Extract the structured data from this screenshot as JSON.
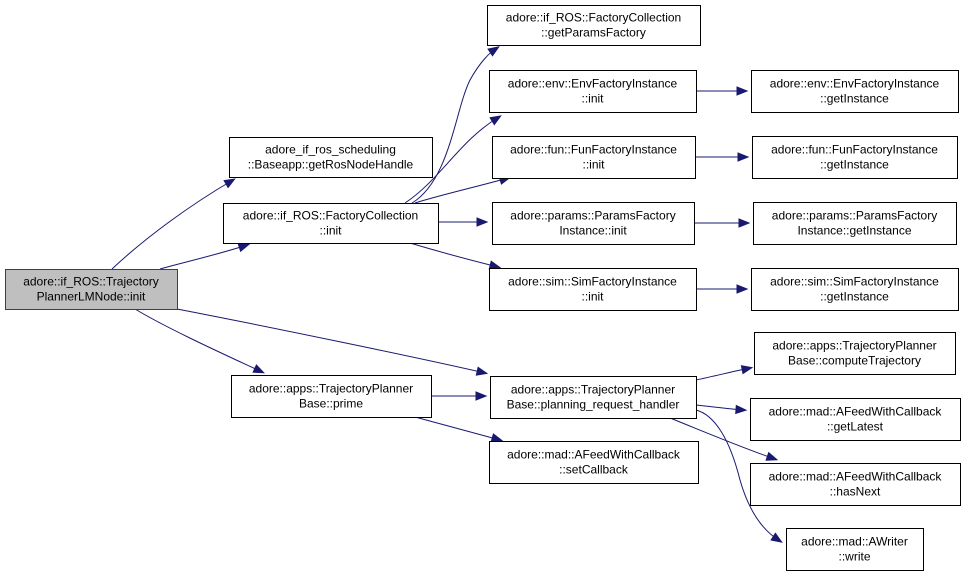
{
  "diagram": {
    "type": "call-graph",
    "edge_color": "#191970",
    "root_fill": "#bfbfbf",
    "nodes": [
      {
        "id": "root",
        "lines": [
          "adore::if_ROS::Trajectory",
          "PlannerLMNode::init"
        ],
        "root": true
      },
      {
        "id": "getRosNodeHandle",
        "lines": [
          "adore_if_ros_scheduling",
          "::Baseapp::getRosNodeHandle"
        ]
      },
      {
        "id": "fcInit",
        "lines": [
          "adore::if_ROS::FactoryCollection",
          "::init"
        ]
      },
      {
        "id": "prime",
        "lines": [
          "adore::apps::TrajectoryPlanner",
          "Base::prime"
        ]
      },
      {
        "id": "getParamsFactory",
        "lines": [
          "adore::if_ROS::FactoryCollection",
          "::getParamsFactory"
        ]
      },
      {
        "id": "envInit",
        "lines": [
          "adore::env::EnvFactoryInstance",
          "::init"
        ]
      },
      {
        "id": "funInit",
        "lines": [
          "adore::fun::FunFactoryInstance",
          "::init"
        ]
      },
      {
        "id": "paramsInit",
        "lines": [
          "adore::params::ParamsFactory",
          "Instance::init"
        ]
      },
      {
        "id": "simInit",
        "lines": [
          "adore::sim::SimFactoryInstance",
          "::init"
        ]
      },
      {
        "id": "prh",
        "lines": [
          "adore::apps::TrajectoryPlanner",
          "Base::planning_request_handler"
        ]
      },
      {
        "id": "setCallback",
        "lines": [
          "adore::mad::AFeedWithCallback",
          "::setCallback"
        ]
      },
      {
        "id": "envGet",
        "lines": [
          "adore::env::EnvFactoryInstance",
          "::getInstance"
        ]
      },
      {
        "id": "funGet",
        "lines": [
          "adore::fun::FunFactoryInstance",
          "::getInstance"
        ]
      },
      {
        "id": "paramsGet",
        "lines": [
          "adore::params::ParamsFactory",
          "Instance::getInstance"
        ]
      },
      {
        "id": "simGet",
        "lines": [
          "adore::sim::SimFactoryInstance",
          "::getInstance"
        ]
      },
      {
        "id": "computeTrajectory",
        "lines": [
          "adore::apps::TrajectoryPlanner",
          "Base::computeTrajectory"
        ]
      },
      {
        "id": "getLatest",
        "lines": [
          "adore::mad::AFeedWithCallback",
          "::getLatest"
        ]
      },
      {
        "id": "hasNext",
        "lines": [
          "adore::mad::AFeedWithCallback",
          "::hasNext"
        ]
      },
      {
        "id": "write",
        "lines": [
          "adore::mad::AWriter",
          "::write"
        ]
      }
    ],
    "edges": [
      {
        "from": "root",
        "to": "getRosNodeHandle"
      },
      {
        "from": "root",
        "to": "fcInit"
      },
      {
        "from": "root",
        "to": "prime"
      },
      {
        "from": "root",
        "to": "prh"
      },
      {
        "from": "fcInit",
        "to": "getParamsFactory"
      },
      {
        "from": "fcInit",
        "to": "envInit"
      },
      {
        "from": "fcInit",
        "to": "funInit"
      },
      {
        "from": "fcInit",
        "to": "paramsInit"
      },
      {
        "from": "fcInit",
        "to": "simInit"
      },
      {
        "from": "envInit",
        "to": "envGet"
      },
      {
        "from": "funInit",
        "to": "funGet"
      },
      {
        "from": "paramsInit",
        "to": "paramsGet"
      },
      {
        "from": "simInit",
        "to": "simGet"
      },
      {
        "from": "prime",
        "to": "prh"
      },
      {
        "from": "prime",
        "to": "setCallback"
      },
      {
        "from": "prh",
        "to": "computeTrajectory"
      },
      {
        "from": "prh",
        "to": "getLatest"
      },
      {
        "from": "prh",
        "to": "hasNext"
      },
      {
        "from": "prh",
        "to": "write"
      }
    ]
  }
}
